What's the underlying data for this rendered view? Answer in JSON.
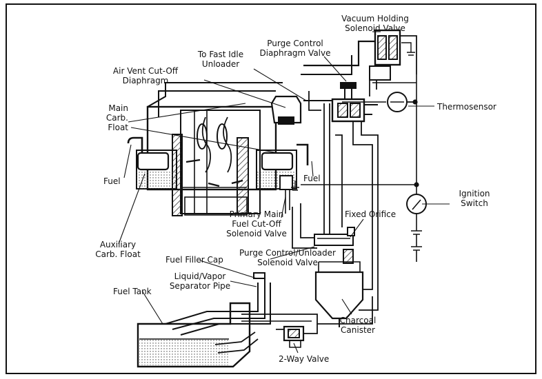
{
  "labels": {
    "vacuum_holding": [
      "Vacuum Holding",
      "Solenoid Valve"
    ],
    "purge_control_diaphragm": [
      "Purge Control",
      "Diaphragm Valve"
    ],
    "fast_idle": [
      "To Fast Idle",
      "Unloader"
    ],
    "air_vent": [
      "Air Vent Cut-Off",
      "Diaphragm"
    ],
    "main_float": [
      "Main",
      "Carb.",
      "Float"
    ],
    "thermosensor": "Thermosensor",
    "fuel_left": "Fuel",
    "fuel_right": "Fuel",
    "ignition": [
      "Ignition",
      "Switch"
    ],
    "fixed_orifice": "Fixed Orifice",
    "primary_main": [
      "Primary Main",
      "Fuel Cut-Off",
      "Solenoid Valve"
    ],
    "auxiliary_float": [
      "Auxiliary",
      "Carb. Float"
    ],
    "purge_unloader": [
      "Purge Control/Unloader",
      "Solenoid Valve"
    ],
    "fuel_filler_cap": "Fuel Filler Cap",
    "separator": [
      "Liquid/Vapor",
      "Separator Pipe"
    ],
    "fuel_tank": "Fuel Tank",
    "charcoal": [
      "Charcoal",
      "Canister"
    ],
    "two_way": "2-Way Valve"
  }
}
